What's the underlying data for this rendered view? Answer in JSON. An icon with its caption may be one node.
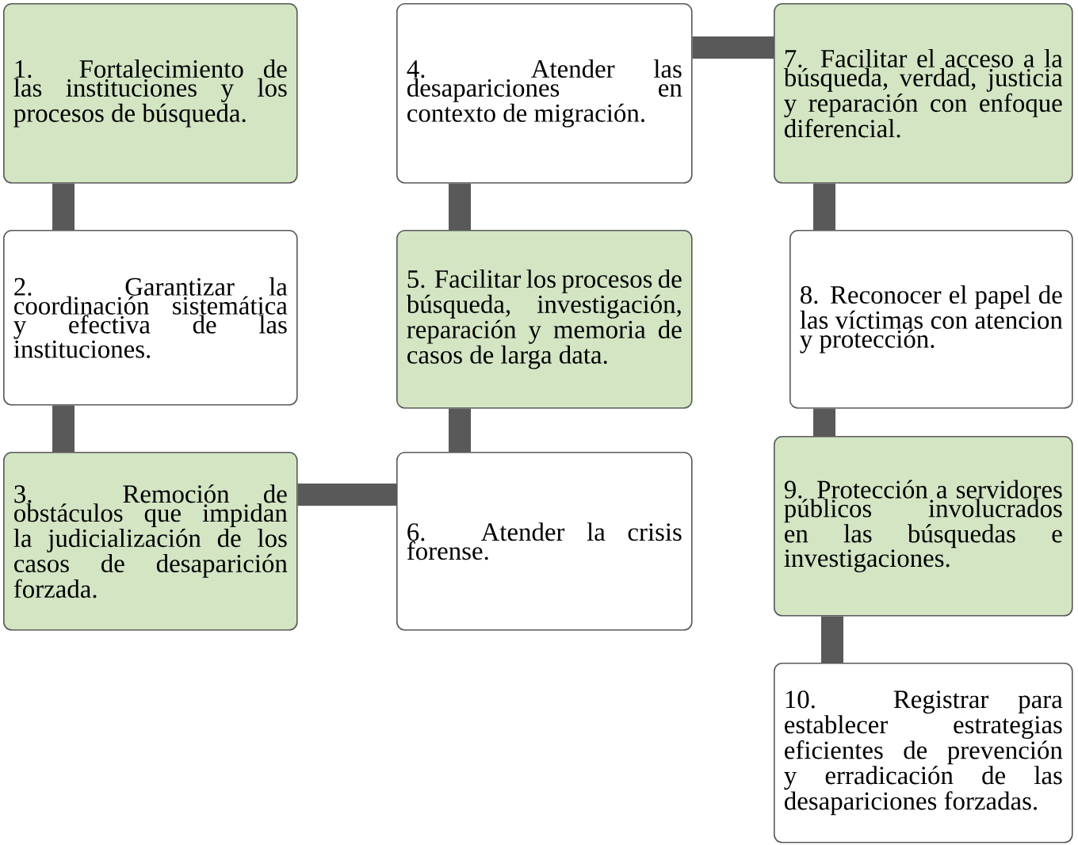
{
  "diagram": {
    "nodes": [
      {
        "text": [
          "1. Fortalecimiento de las instituciones y los procesos de búsqueda."
        ]
      },
      {
        "text": [
          "2. Garantizar la coordinación sistemática y efectiva de las instituciones."
        ]
      },
      {
        "text": [
          "3. Remoción de obstáculos que impidan la judicialización de los casos de desaparición forzada."
        ]
      },
      {
        "text": [
          "4. Atender las desapariciones en contexto de migración."
        ]
      },
      {
        "text": [
          "5. Facilitar los procesos de búsqueda, investigación, reparación y memoria de casos de larga data."
        ]
      },
      {
        "text": [
          "6. Atender la crisis forense."
        ]
      },
      {
        "text": [
          "7. Facilitar el acceso a la búsqueda, verdad, justicia y reparación con enfoque diferencial."
        ]
      },
      {
        "text": [
          "8. Reconocer el papel de las víctimas con atencion y protección."
        ]
      },
      {
        "text": [
          "9. Protección a servidores públicos involucrados en las búsquedas e investigaciones."
        ]
      },
      {
        "text": [
          "10. Registrar para establecer estrategias eficientes de prevención y erradicación de las desapariciones forzadas."
        ]
      }
    ],
    "edges": [
      {
        "from": 0,
        "to": 1,
        "arrow": "none"
      },
      {
        "from": 1,
        "to": 2,
        "arrow": "none"
      },
      {
        "from": 2,
        "to": 5,
        "arrow": "none"
      },
      {
        "from": 5,
        "to": 4,
        "arrow": "none"
      },
      {
        "from": 4,
        "to": 3,
        "arrow": "none"
      },
      {
        "from": 3,
        "to": 6,
        "arrow": "none"
      },
      {
        "from": 6,
        "to": 7,
        "arrow": "none"
      },
      {
        "from": 7,
        "to": 8,
        "arrow": "none"
      },
      {
        "from": 8,
        "to": 9,
        "arrow": "none"
      }
    ]
  }
}
